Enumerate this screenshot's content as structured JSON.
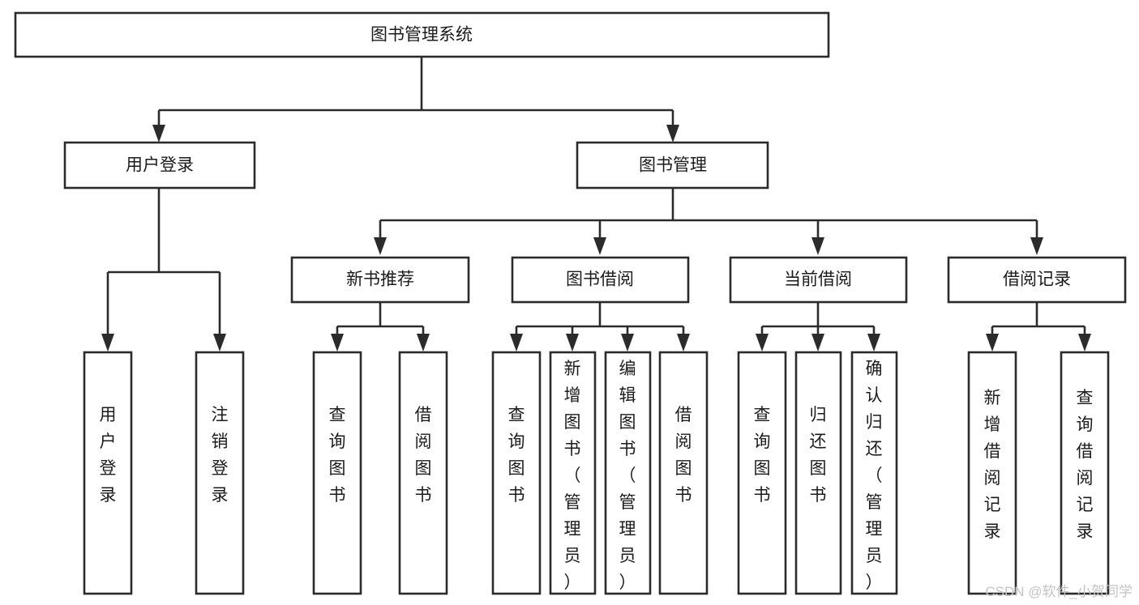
{
  "diagram": {
    "title": "图书管理系统",
    "type": "tree",
    "background_color": "#ffffff",
    "line_color": "#2b2b2b",
    "text_color": "#1b1b1b",
    "root": {
      "id": "root",
      "label": "图书管理系统",
      "orientation": "horizontal"
    },
    "level2": [
      {
        "id": "user-login",
        "label": "用户登录",
        "orientation": "horizontal"
      },
      {
        "id": "book-manage",
        "label": "图书管理",
        "orientation": "horizontal"
      }
    ],
    "level3": [
      {
        "id": "new-book-recommend",
        "label": "新书推荐",
        "parent": "book-manage",
        "orientation": "horizontal"
      },
      {
        "id": "book-borrow",
        "label": "图书借阅",
        "parent": "book-manage",
        "orientation": "horizontal"
      },
      {
        "id": "current-borrow",
        "label": "当前借阅",
        "parent": "book-manage",
        "orientation": "horizontal"
      },
      {
        "id": "borrow-record",
        "label": "借阅记录",
        "parent": "book-manage",
        "orientation": "horizontal"
      }
    ],
    "leaves": [
      {
        "id": "leaf-user-login",
        "label": "用户登录",
        "parent": "user-login",
        "orientation": "vertical"
      },
      {
        "id": "leaf-logout",
        "label": "注销登录",
        "parent": "user-login",
        "orientation": "vertical"
      },
      {
        "id": "leaf-query-book-a",
        "label": "查询图书",
        "parent": "new-book-recommend",
        "orientation": "vertical"
      },
      {
        "id": "leaf-borrow-book-a",
        "label": "借阅图书",
        "parent": "new-book-recommend",
        "orientation": "vertical"
      },
      {
        "id": "leaf-query-book-b",
        "label": "查询图书",
        "parent": "book-borrow",
        "orientation": "vertical"
      },
      {
        "id": "leaf-add-book",
        "label": "新增图书（管理员）",
        "parent": "book-borrow",
        "orientation": "vertical"
      },
      {
        "id": "leaf-edit-book",
        "label": "编辑图书（管理员）",
        "parent": "book-borrow",
        "orientation": "vertical"
      },
      {
        "id": "leaf-borrow-book-b",
        "label": "借阅图书",
        "parent": "book-borrow",
        "orientation": "vertical"
      },
      {
        "id": "leaf-query-book-c",
        "label": "查询图书",
        "parent": "current-borrow",
        "orientation": "vertical"
      },
      {
        "id": "leaf-return-book",
        "label": "归还图书",
        "parent": "current-borrow",
        "orientation": "vertical"
      },
      {
        "id": "leaf-confirm-return",
        "label": "确认归还（管理员）",
        "parent": "current-borrow",
        "orientation": "vertical"
      },
      {
        "id": "leaf-add-record",
        "label": "新增借阅记录",
        "parent": "borrow-record",
        "orientation": "vertical"
      },
      {
        "id": "leaf-query-record",
        "label": "查询借阅记录",
        "parent": "borrow-record",
        "orientation": "vertical"
      }
    ]
  },
  "watermark": {
    "text": "CSDN @软件_小贺同学"
  }
}
